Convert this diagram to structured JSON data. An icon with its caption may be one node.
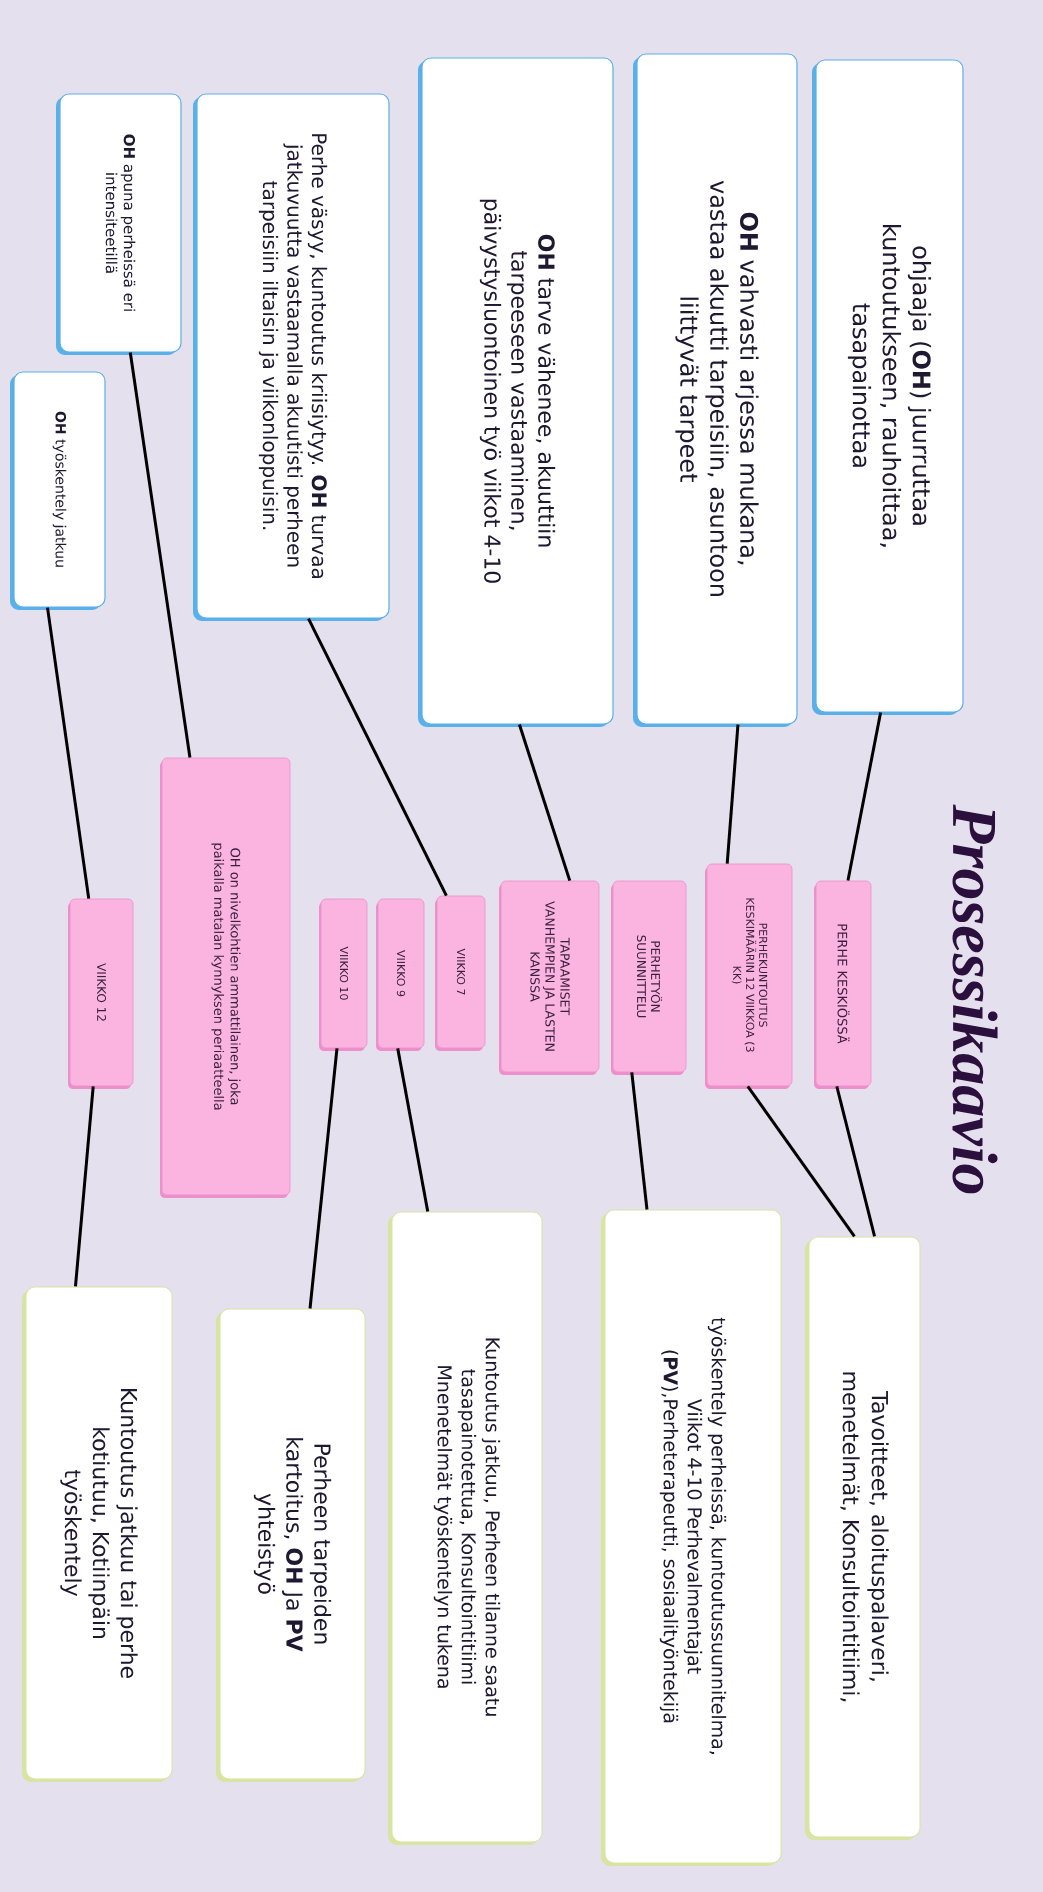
{
  "diagram": {
    "title": "Prosessikaavio",
    "nodes": [
      {
        "text": [
          "ohjaaja (**OH**) juurruttaa kuntoutukseen, rauhoittaa, tasapainottaa"
        ]
      },
      {
        "text": [
          "**OH** vahvasti arjessa mukana, vastaa akuutti tarpeisiin, asuntoon liittyvät tarpeet"
        ]
      },
      {
        "text": [
          "**OH** tarve vähenee, akuuttiin tarpeeseen vastaaminen, päivystysluontoinen työ viikot 4-10"
        ]
      },
      {
        "text": [
          "Perhe väsyy, kuntoutus kriisiytyy. **OH** turvaa jatkuvuutta vastaamalla akuutisti perheen tarpeisiin iltaisin ja viikonloppuisin."
        ]
      },
      {
        "text": [
          "**OH** apuna perheissä eri intensiteetillä"
        ]
      },
      {
        "text": [
          "**OH** työskentely jatkuu"
        ]
      },
      {
        "text": [
          "PERHE KESKIÖSSÄ"
        ]
      },
      {
        "text": [
          "PERHEKUNTOUTUS KESKIMÄÄRIN 12 VIIKKOA (3 KK)"
        ]
      },
      {
        "text": [
          "PERHETYÖN SUUNNITTELU"
        ]
      },
      {
        "text": [
          "TAPAAMISET VANHEMPIEN JA LASTEN KANSSA"
        ]
      },
      {
        "text": [
          "VIIKKO 7"
        ]
      },
      {
        "text": [
          "VIIKKO 9"
        ]
      },
      {
        "text": [
          "VIIKKO 10"
        ]
      },
      {
        "text": [
          "OH on nivelkohtien ammattilainen, joka paikalla matalan kynnyksen periaatteella"
        ]
      },
      {
        "text": [
          "VIIKKO 12"
        ]
      },
      {
        "text": [
          "Tavoitteet, aloituspalaveri, menetelmät, Konsultointitiimi,"
        ]
      },
      {
        "text": [
          "työskentely perheissä, kuntoutussuunnitelma, Viikot 4-10 Perhevalmentajat (**PV**),Perheterapeutti, sosiaalityöntekijä"
        ]
      },
      {
        "text": [
          "Kuntoutus jatkuu, Perheen tilanne saatu tasapainotettua, Konsultointitiimi Mnenetelmät työskentelyn tukena"
        ]
      },
      {
        "text": [
          "Perheen tarpeiden kartoitus, **OH** Ja **PV** yhteistyö"
        ]
      },
      {
        "text": [
          "Kuntoutus jatkuu tai perhe kotiutuu, Kotiinpäin työskentely"
        ]
      }
    ],
    "edges": [
      {
        "from": 0,
        "to": 6,
        "arrow": "none"
      },
      {
        "from": 6,
        "to": 15,
        "arrow": "none"
      },
      {
        "from": 1,
        "to": 7,
        "arrow": "none"
      },
      {
        "from": 7,
        "to": 15,
        "arrow": "none"
      },
      {
        "from": 8,
        "to": 16,
        "arrow": "none"
      },
      {
        "from": 2,
        "to": 9,
        "arrow": "none"
      },
      {
        "from": 3,
        "to": 10,
        "arrow": "none"
      },
      {
        "from": 11,
        "to": 17,
        "arrow": "none"
      },
      {
        "from": 12,
        "to": 18,
        "arrow": "none"
      },
      {
        "from": 4,
        "to": 13,
        "arrow": "none"
      },
      {
        "from": 5,
        "to": 14,
        "arrow": "none"
      },
      {
        "from": 14,
        "to": 19,
        "arrow": "none"
      }
    ]
  }
}
